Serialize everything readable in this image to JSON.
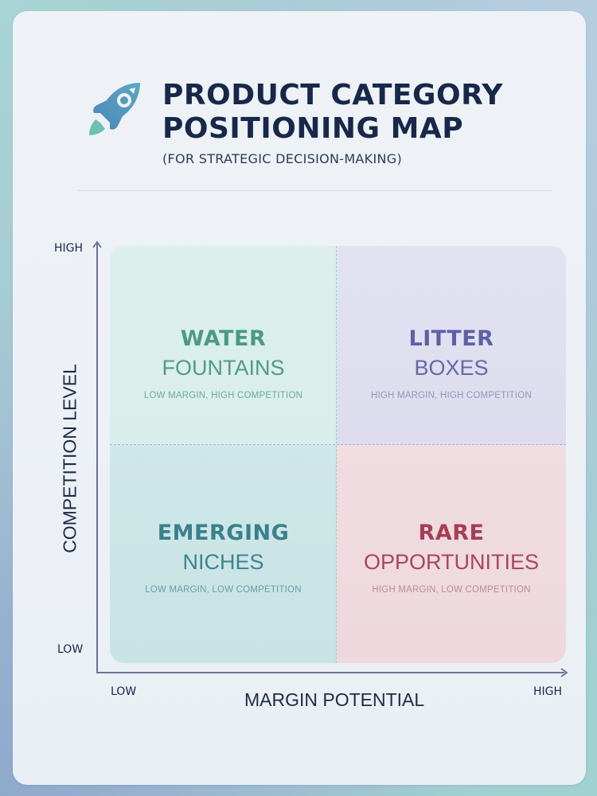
{
  "header": {
    "icon": "rocket-icon",
    "title_line1": "PRODUCT CATEGORY",
    "title_line2": "POSITIONING MAP",
    "subtitle": "(FOR STRATEGIC DECISION-MAKING)"
  },
  "axes": {
    "y_title": "COMPETITION LEVEL",
    "y_high": "HIGH",
    "y_low": "LOW",
    "x_title": "MARGIN POTENTIAL",
    "x_low": "LOW",
    "x_high": "HIGH"
  },
  "quadrants": [
    {
      "position": "top-left",
      "heading": "WATER",
      "subheading": "FOUNTAINS",
      "description": "LOW MARGIN, HIGH COMPETITION",
      "heading_color": "#4a9a80",
      "description_color": "#6fa99a"
    },
    {
      "position": "top-right",
      "heading": "LITTER",
      "subheading": "BOXES",
      "description": "HIGH MARGIN, HIGH COMPETITION",
      "heading_color": "#5f5fa8",
      "description_color": "#9496b8"
    },
    {
      "position": "bottom-left",
      "heading": "EMERGING",
      "subheading": "NICHES",
      "description": "LOW MARGIN, LOW COMPETITION",
      "heading_color": "#3a7f8c",
      "description_color": "#6a9da5"
    },
    {
      "position": "bottom-right",
      "heading": "RARE",
      "subheading": "OPPORTUNITIES",
      "description": "HIGH MARGIN, LOW COMPETITION",
      "heading_color": "#a63e55",
      "description_color": "#b98c98"
    }
  ],
  "colors": {
    "title": "#17284a",
    "axis": "#6d7199",
    "q_top_left_bg": "#dcefeb",
    "q_top_right_bg": "#e0e0f0",
    "q_bottom_left_bg": "#cbe5e6",
    "q_bottom_right_bg": "#efdadf"
  }
}
